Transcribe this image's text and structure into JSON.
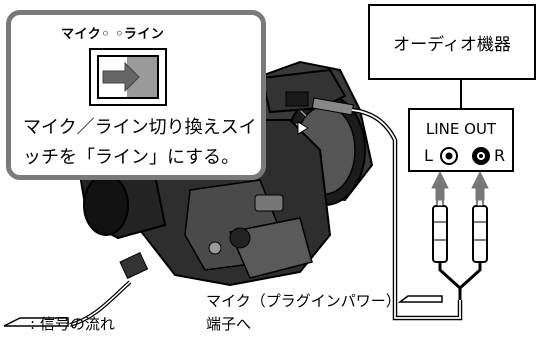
{
  "callout": {
    "switch_label": "マイク◦ ◦ライン",
    "instruction": "マイク／ライン切り換えスイッチを「ライン」にする。"
  },
  "audio_device": {
    "label": "オーディオ機器"
  },
  "line_out": {
    "label": "LINE OUT",
    "left_label": "L",
    "right_label": "R"
  },
  "legend": {
    "text": ": 信号の流れ"
  },
  "connector": {
    "label": "マイク（プラグインパワー）端子へ"
  }
}
